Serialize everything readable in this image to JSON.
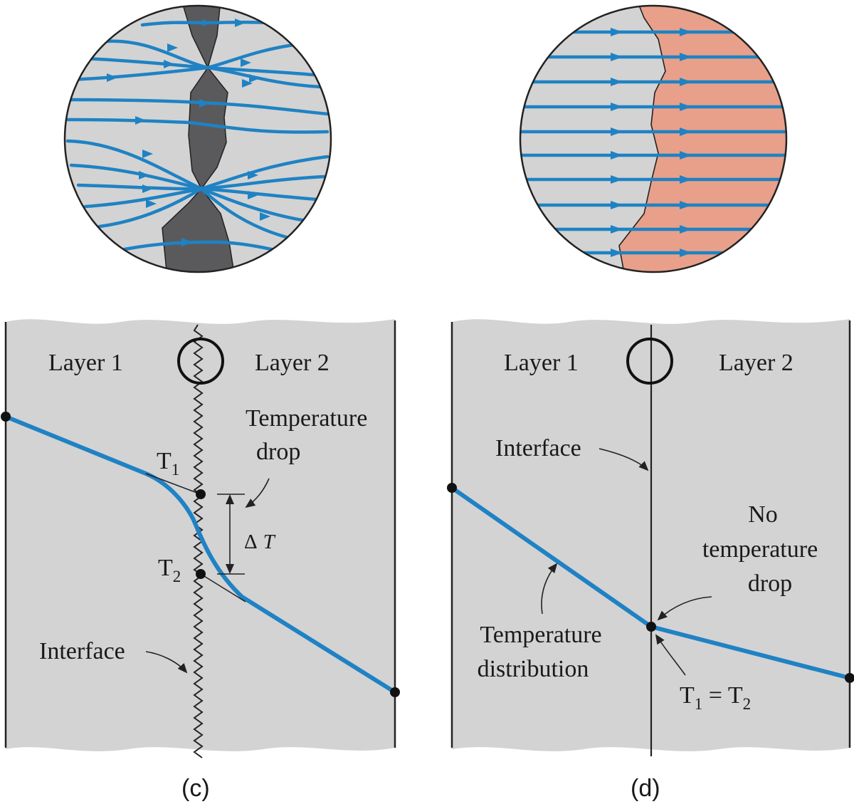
{
  "panel_c": {
    "layer1": "Layer 1",
    "layer2": "Layer 2",
    "temperature_drop_line1": "Temperature",
    "temperature_drop_line2": "drop",
    "t1": "T",
    "t1_sub": "1",
    "t2": "T",
    "t2_sub": "2",
    "delta_symbol": "Δ",
    "delta_var": "T",
    "interface": "Interface",
    "caption": "(c)"
  },
  "panel_d": {
    "layer1": "Layer 1",
    "layer2": "Layer 2",
    "interface": "Interface",
    "no_drop_line1": "No",
    "no_drop_line2": "temperature",
    "no_drop_line3": "drop",
    "temp_dist_line1": "Temperature",
    "temp_dist_line2": "distribution",
    "equality_t1": "T",
    "equality_sub1": "1",
    "equality_eq": " = T",
    "equality_sub2": "2",
    "caption": "(d)"
  },
  "colors": {
    "flow_blue": "#1f82c4",
    "layer_gray": "#d3d3d3",
    "contact_dark": "#5a5a5d",
    "layer2_salmon": "#e8a08a"
  }
}
